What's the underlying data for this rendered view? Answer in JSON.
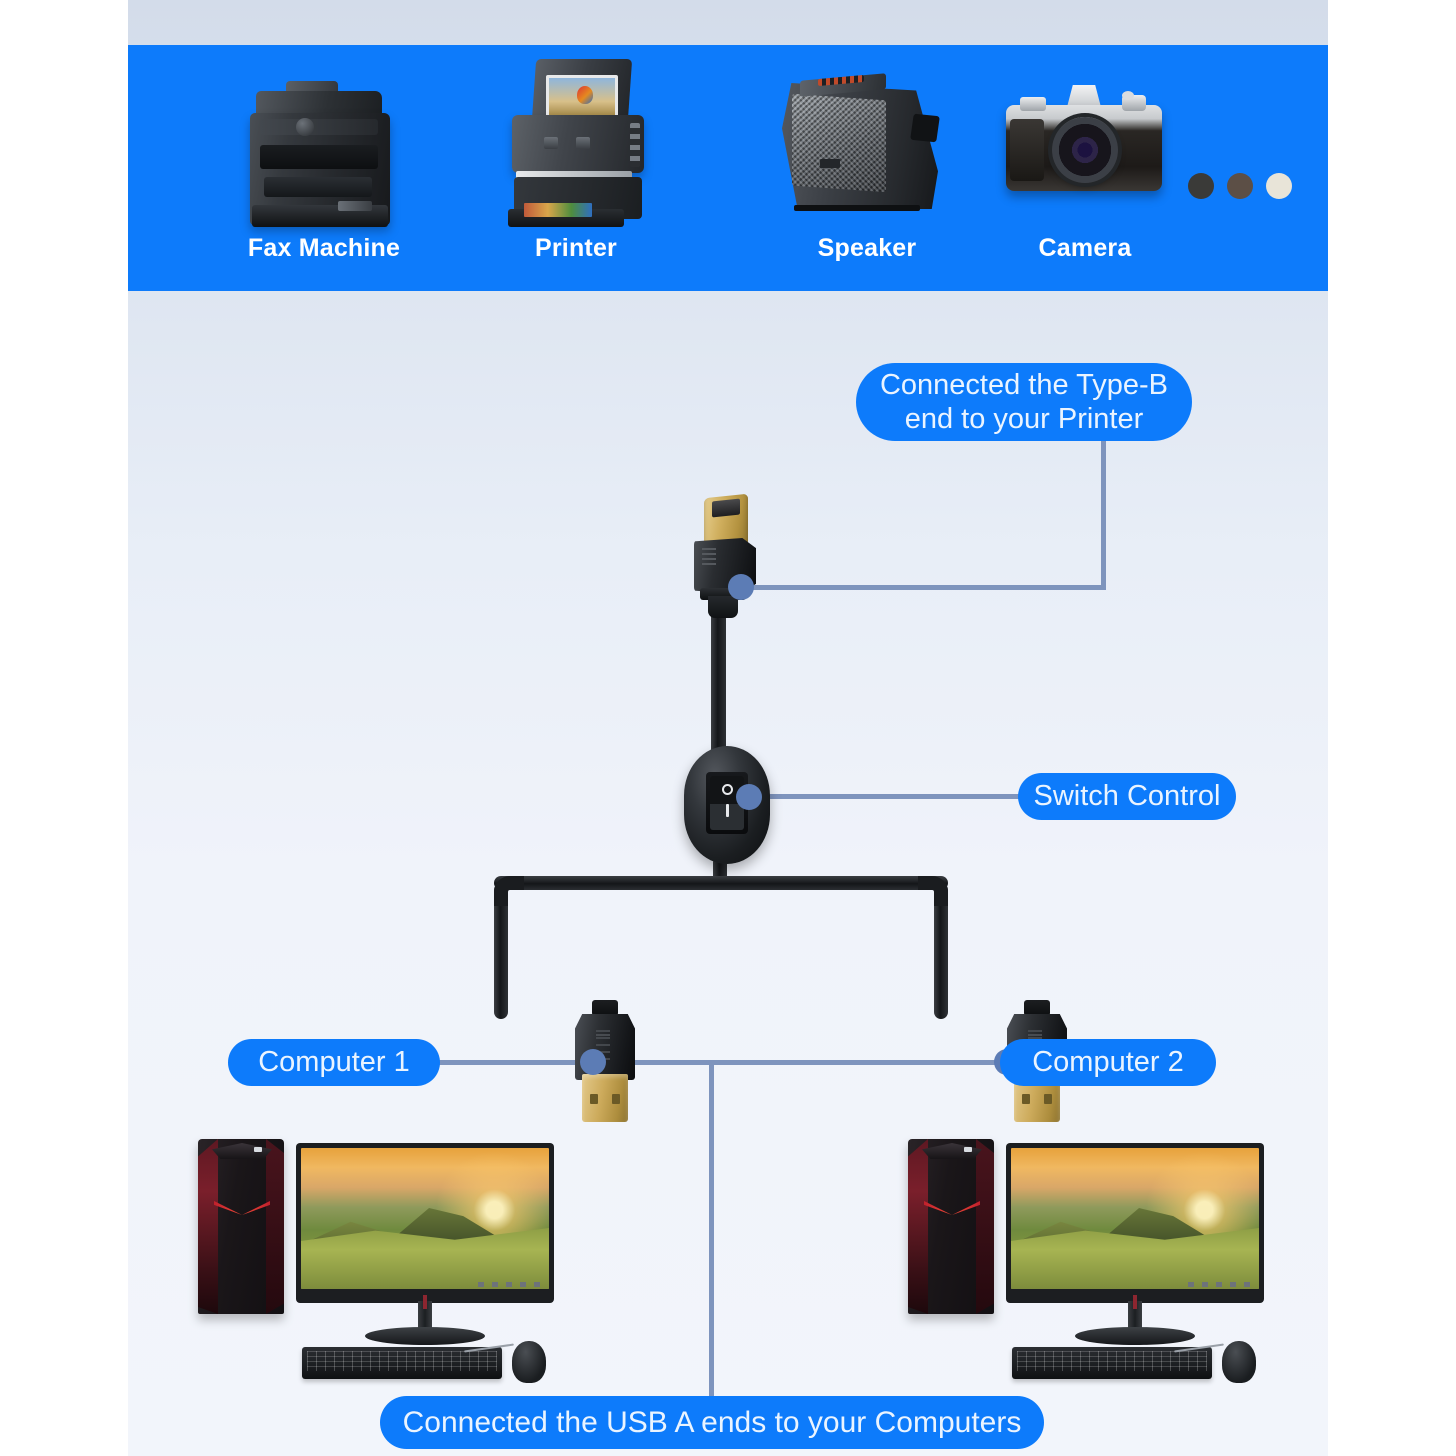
{
  "banner": {
    "background_color": "#0d7bfb",
    "devices": [
      {
        "label": "Fax Machine",
        "icon": "fax-machine-icon"
      },
      {
        "label": "Printer",
        "icon": "printer-scanner-icon"
      },
      {
        "label": "Speaker",
        "icon": "speaker-icon"
      },
      {
        "label": "Camera",
        "icon": "camera-icon"
      }
    ],
    "more_indicator": {
      "name": "more-devices-dots",
      "dot_colors": [
        "#3a3a38",
        "#5c4f46",
        "#e8e4d8"
      ]
    }
  },
  "diagram": {
    "callouts": {
      "type_b": {
        "line1": "Connected the Type-B",
        "line2": "end to your Printer"
      },
      "switch": "Switch Control",
      "computer1": "Computer 1",
      "computer2": "Computer 2",
      "usb_a": "Connected the USB A ends to your Computers"
    },
    "switch_glyphs": {
      "off": "O",
      "on": "I"
    },
    "colors": {
      "pill_background": "#0d7bfb",
      "pill_text": "#eaf4ff",
      "leader_line": "#7e94bd",
      "leader_dot": "#5c7cb5",
      "panel_background": "#e8eef7",
      "cable_black": "#1a1c1f",
      "connector_gold": "#cdab5c"
    },
    "parts": {
      "type_b_connector": "usb-type-b-connector",
      "switch_module": "inline-switch-module",
      "usb_a_left": "usb-a-connector-left",
      "usb_a_right": "usb-a-connector-right"
    },
    "computers": [
      {
        "name": "desktop-computer-1",
        "tower": "gaming-pc-tower",
        "monitor_wallpaper": "sunset-landscape"
      },
      {
        "name": "desktop-computer-2",
        "tower": "gaming-pc-tower",
        "monitor_wallpaper": "sunset-landscape"
      }
    ]
  }
}
